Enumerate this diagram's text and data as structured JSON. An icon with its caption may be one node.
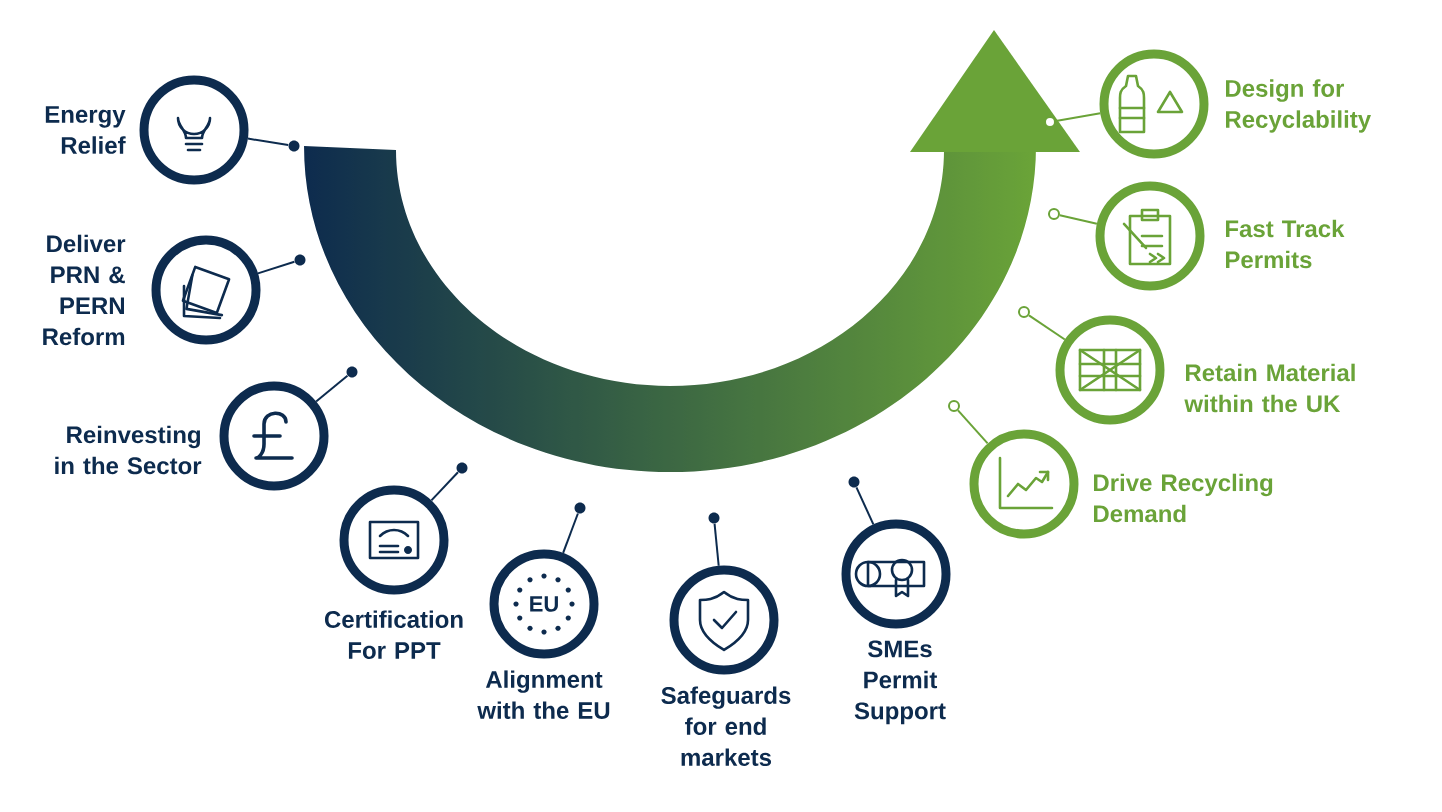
{
  "diagram": {
    "nodes": [
      {
        "text": [
          "Energy Relief"
        ]
      },
      {
        "text": [
          "Deliver PRN & PERN Reform"
        ]
      },
      {
        "text": [
          "Reinvesting in the Sector"
        ]
      },
      {
        "text": [
          "Certification For PPT"
        ]
      },
      {
        "text": [
          "Alignment with the EU"
        ]
      },
      {
        "text": [
          "Safeguards for end markets"
        ]
      },
      {
        "text": [
          "SMEs Permit Support"
        ]
      },
      {
        "text": [
          "Design for Recyclability"
        ]
      },
      {
        "text": [
          "Fast Track Permits"
        ]
      },
      {
        "text": [
          "Retain Material within the UK"
        ]
      },
      {
        "text": [
          "Drive Recycling Demand"
        ]
      },
      {
        "text": [],
        "shape": "circle"
      },
      {
        "text": [],
        "shape": "circle"
      },
      {
        "text": [],
        "shape": "circle"
      },
      {
        "text": [],
        "shape": "circle"
      },
      {
        "text": [],
        "shape": "circle"
      },
      {
        "text": [],
        "shape": "circle"
      },
      {
        "text": [],
        "shape": "circle"
      },
      {
        "text": [],
        "shape": "circle"
      },
      {
        "text": [],
        "shape": "circle"
      },
      {
        "text": [],
        "shape": "circle"
      },
      {
        "text": [],
        "shape": "circle"
      }
    ],
    "edges": [
      {
        "from": 0,
        "to": 11,
        "arrow": "none"
      },
      {
        "from": 1,
        "to": 12,
        "arrow": "none"
      },
      {
        "from": 2,
        "to": 13,
        "arrow": "none"
      },
      {
        "from": 3,
        "to": 14,
        "arrow": "none"
      },
      {
        "from": 4,
        "to": 15,
        "arrow": "none"
      },
      {
        "from": 5,
        "to": 16,
        "arrow": "none"
      },
      {
        "from": 6,
        "to": 17,
        "arrow": "none"
      },
      {
        "from": 7,
        "to": 18,
        "arrow": "none",
        "color": "#6aa338"
      },
      {
        "from": 8,
        "to": 19,
        "arrow": "none",
        "color": "#6aa338"
      },
      {
        "from": 9,
        "to": 20,
        "arrow": "none",
        "color": "#6aa338"
      },
      {
        "from": 10,
        "to": 21,
        "arrow": "none",
        "color": "#6aa338"
      }
    ],
    "labels": [
      "EU"
    ]
  }
}
